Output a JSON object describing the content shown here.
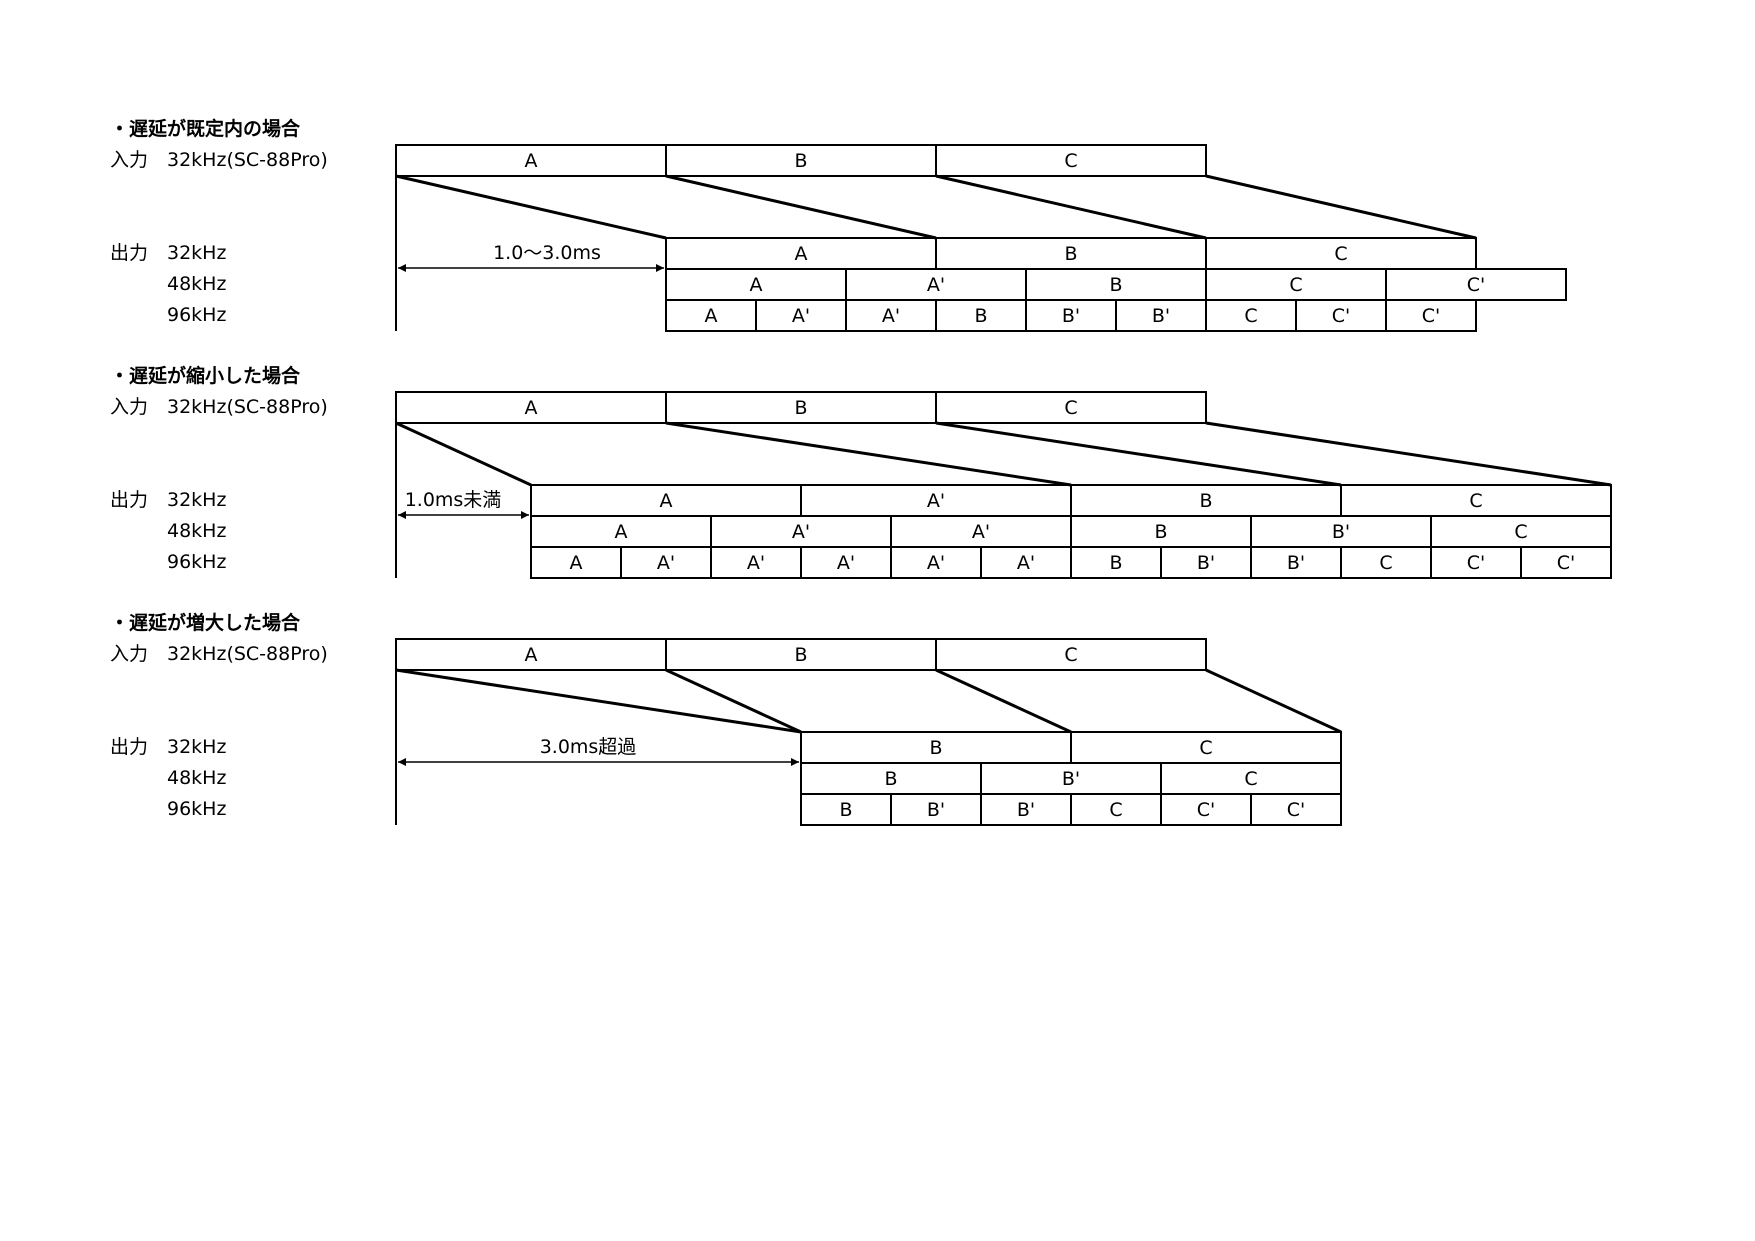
{
  "sections": [
    {
      "heading": "・遅延が既定内の場合",
      "input_label": "入力",
      "input_rate": "32kHz(SC-88Pro)",
      "output_label": "出力",
      "output_rates": [
        "32kHz",
        "48kHz",
        "96kHz"
      ],
      "input_blocks": [
        "A",
        "B",
        "C"
      ],
      "output_rows": [
        [
          "A",
          "B",
          "C"
        ],
        [
          "A",
          "A'",
          "B",
          "C",
          "C'"
        ],
        [
          "A",
          "A'",
          "A'",
          "B",
          "B'",
          "B'",
          "C",
          "C'",
          "C'"
        ]
      ],
      "delay_label": "1.0〜3.0ms"
    },
    {
      "heading": "・遅延が縮小した場合",
      "input_label": "入力",
      "input_rate": "32kHz(SC-88Pro)",
      "output_label": "出力",
      "output_rates": [
        "32kHz",
        "48kHz",
        "96kHz"
      ],
      "input_blocks": [
        "A",
        "B",
        "C"
      ],
      "output_rows": [
        [
          "A",
          "A'",
          "B",
          "C"
        ],
        [
          "A",
          "A'",
          "A'",
          "B",
          "B'",
          "C"
        ],
        [
          "A",
          "A'",
          "A'",
          "A'",
          "A'",
          "A'",
          "B",
          "B'",
          "B'",
          "C",
          "C'",
          "C'"
        ]
      ],
      "delay_label": "1.0ms未満"
    },
    {
      "heading": "・遅延が増大した場合",
      "input_label": "入力",
      "input_rate": "32kHz(SC-88Pro)",
      "output_label": "出力",
      "output_rates": [
        "32kHz",
        "48kHz",
        "96kHz"
      ],
      "input_blocks": [
        "A",
        "B",
        "C"
      ],
      "output_rows": [
        [
          "B",
          "C"
        ],
        [
          "B",
          "B'",
          "C"
        ],
        [
          "B",
          "B'",
          "B'",
          "C",
          "C'",
          "C'"
        ]
      ],
      "delay_label": "3.0ms超過"
    }
  ]
}
